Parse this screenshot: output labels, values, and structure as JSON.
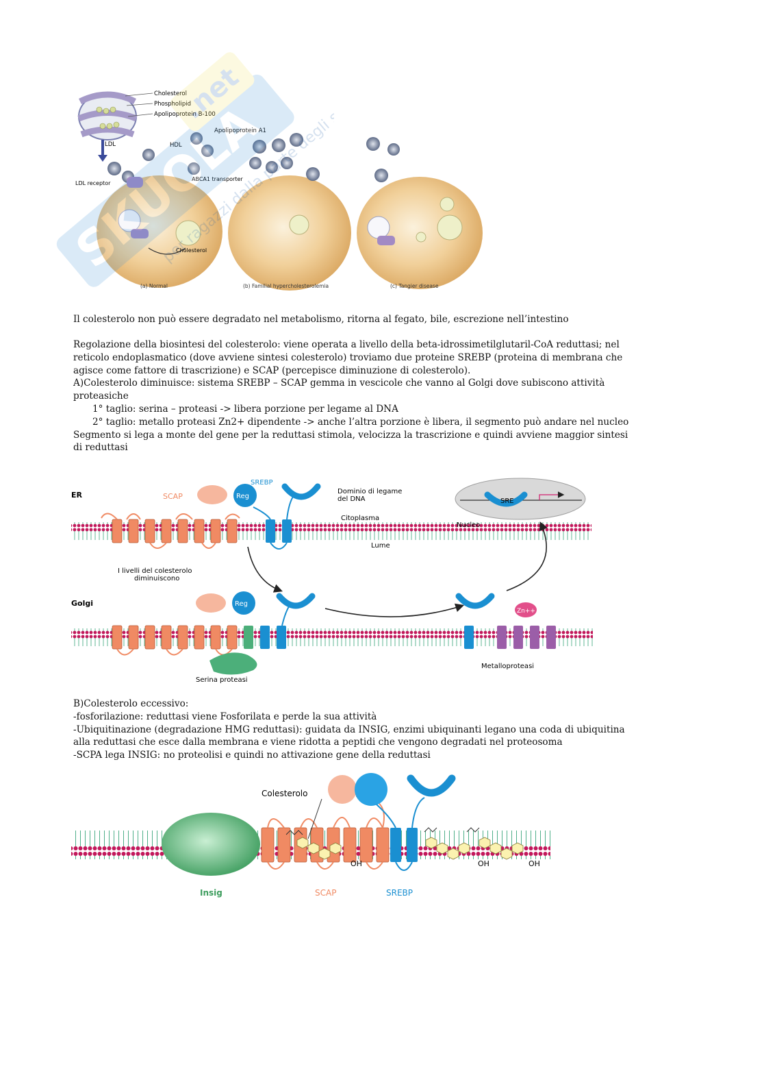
{
  "watermark": {
    "brand": "SKUOLA.net",
    "tagline": "per ragazzi dalla parte degli studenti"
  },
  "fig1": {
    "labels": {
      "cholesterol": "Cholesterol",
      "phospholipid": "Phospholipid",
      "apob": "Apolipoprotein B-100",
      "ldl": "LDL",
      "hdl": "HDL",
      "apoa": "Apolipoprotein A1",
      "ldl_receptor": "LDL receptor",
      "abca1": "ABCA1 transporter",
      "cholesterol_inside": "Cholesterol"
    },
    "captions": [
      "(a) Normal",
      "(b) Familial hypercholesterolemia",
      "(c) Tangier disease"
    ]
  },
  "text1": {
    "p1": "Il colesterolo non può essere degradato nel metabolismo, ritorna al fegato, bile, escrezione nell’intestino",
    "p2": [
      "Regolazione della biosintesi del colesterolo: viene operata a livello della beta-idrossimetilglutaril-CoA reduttasi; nel",
      "reticolo endoplasmatico (dove avviene sintesi colesterolo) troviamo due proteine SREBP (proteina di membrana che",
      "agisce come fattore di trascrizione) e SCAP (percepisce diminuzione di colesterolo).",
      "A)Colesterolo diminuisce: sistema SREBP – SCAP gemma in vescicole che vanno al Golgi dove subiscono attività",
      "proteasiche"
    ],
    "cut1": "1° taglio: serina – proteasi -> libera porzione per legame al DNA",
    "cut2": "2° taglio: metallo proteasi Zn2+ dipendente -> anche l’altra porzione è libera, il segmento può andare nel nucleo",
    "p3": [
      "Segmento si lega a monte del gene per la reduttasi stimola, velocizza la trascrizione e quindi avviene maggior sintesi",
      "di reduttasi"
    ]
  },
  "fig2": {
    "er": "ER",
    "golgi": "Golgi",
    "scap": "SCAP",
    "srebp": "SREBP",
    "reg": "Reg",
    "domain": [
      "Dominio di legame",
      "del DNA"
    ],
    "cytoplasm": "Citoplasma",
    "lumen": "Lume",
    "decrease": [
      "I livelli del colesterolo",
      "diminuiscono"
    ],
    "nucleus": "Nucleo",
    "sre": "SRE",
    "zn": "Zn++",
    "metalloprotease": "Metalloproteasi",
    "serine_protease": "Serina proteasi"
  },
  "text2": {
    "lines": [
      "B)Colesterolo eccessivo:",
      "-fosforilazione: reduttasi viene Fosforilata e perde la sua attività",
      "-Ubiquitinazione (degradazione HMG reduttasi): guidata da INSIG, enzimi ubiquinanti legano una coda di ubiquitina",
      "alla reduttasi che esce dalla membrana e viene ridotta a peptidi che vengono degradati nel proteosoma",
      "-SCPA lega INSIG: no proteolisi e quindi no attivazione gene della reduttasi"
    ]
  },
  "fig3": {
    "cholesterol": "Colesterolo",
    "insig": "Insig",
    "scap": "SCAP",
    "srebp": "SREBP",
    "oh": "OH"
  },
  "colors": {
    "membrane_head": "#c2185b",
    "membrane_tail": "#3aa57a",
    "scap": "#f08a63",
    "srebp": "#1a8fd1",
    "metallo": "#9b5ea8",
    "serine": "#4caf7a",
    "insig": "#4fb070",
    "cell": "#e8b873"
  }
}
